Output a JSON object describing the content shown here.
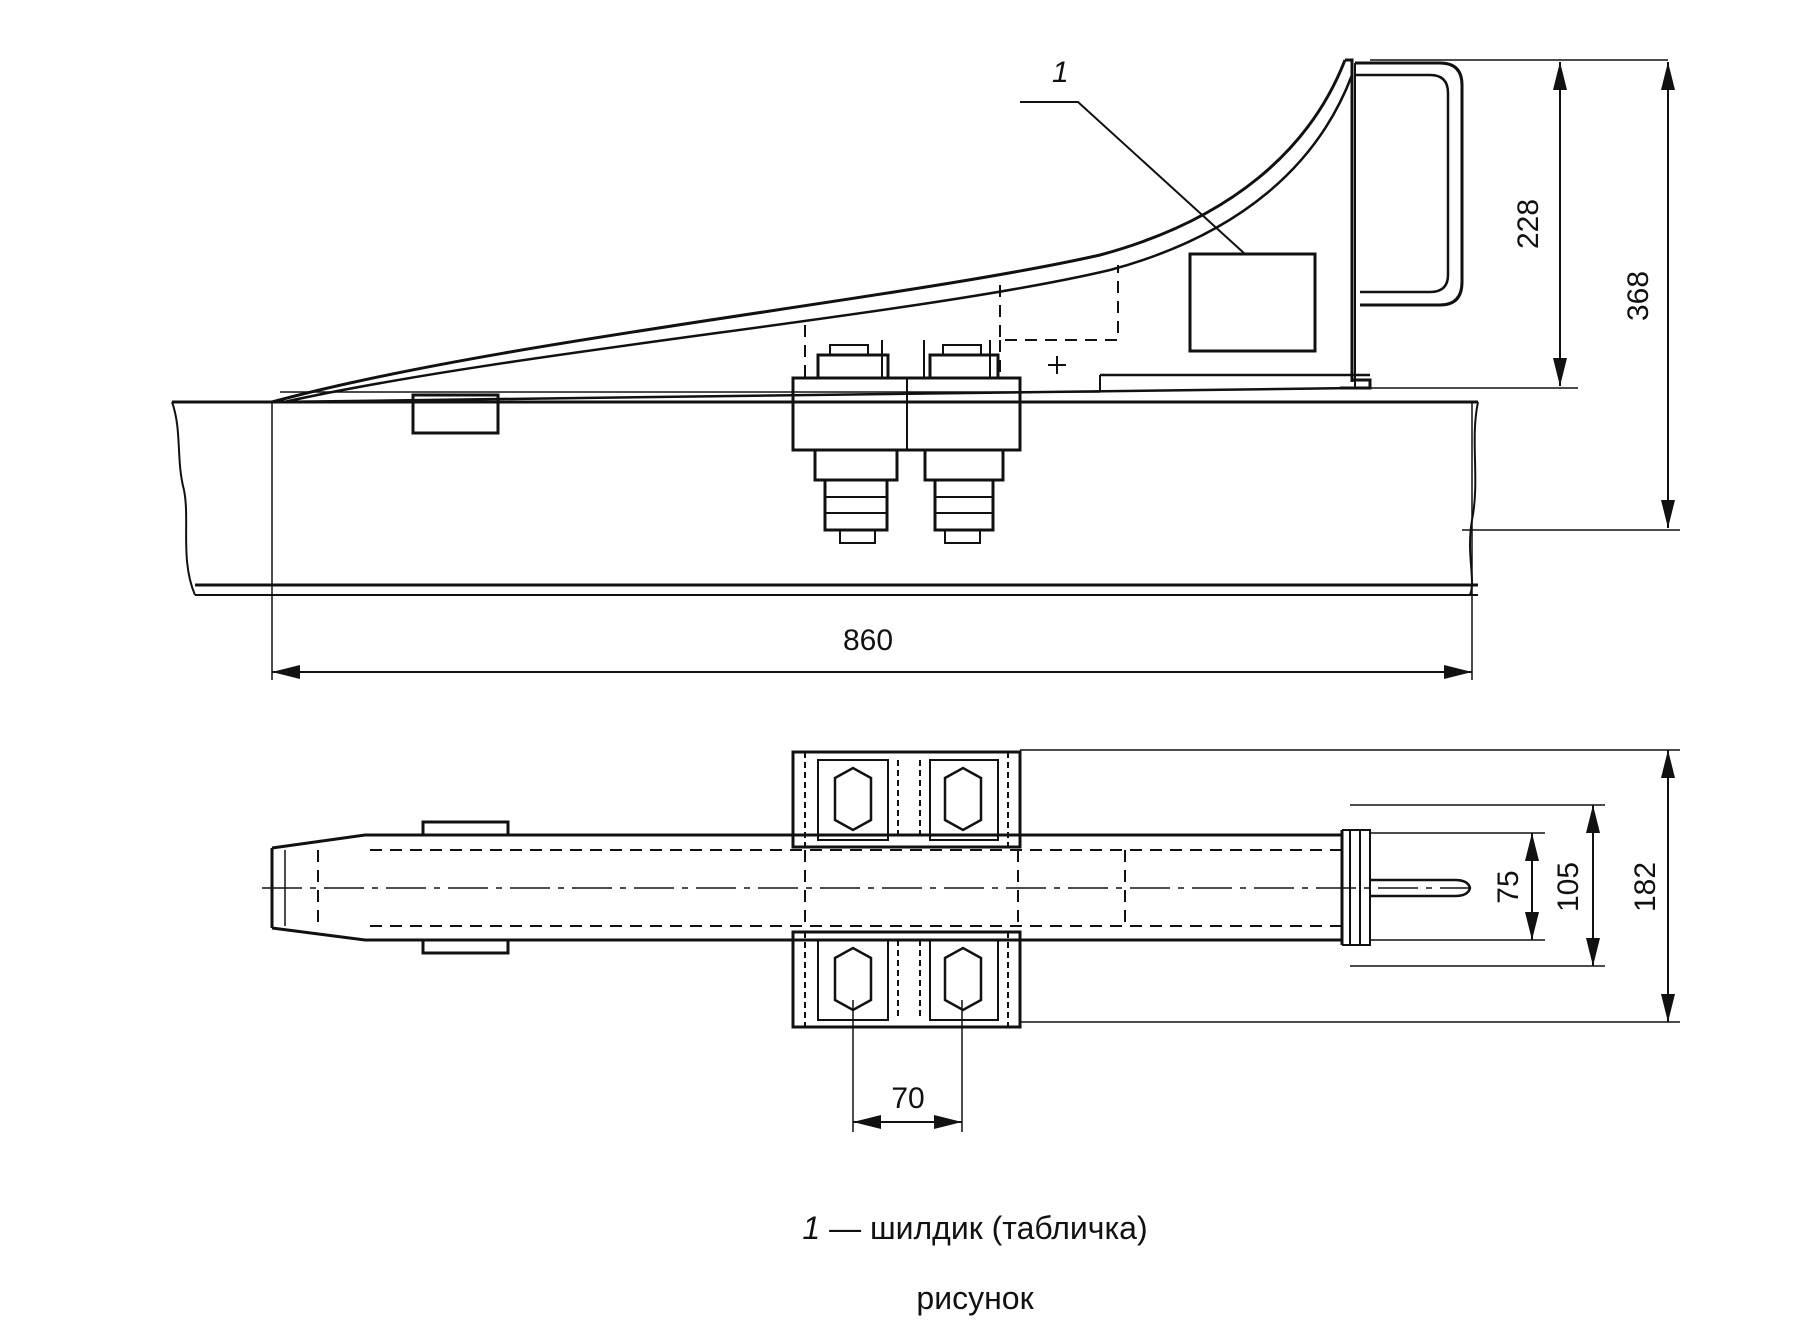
{
  "callout": {
    "number": "1"
  },
  "dimensions": {
    "length": "860",
    "height_top": "228",
    "height_total": "368",
    "bolt_spacing": "70",
    "width_inner": "75",
    "width_mid": "105",
    "width_total": "182"
  },
  "legend": {
    "number": "1",
    "dash": "—",
    "text": "шилдик (табличка)"
  },
  "figure_label": "рисунок"
}
